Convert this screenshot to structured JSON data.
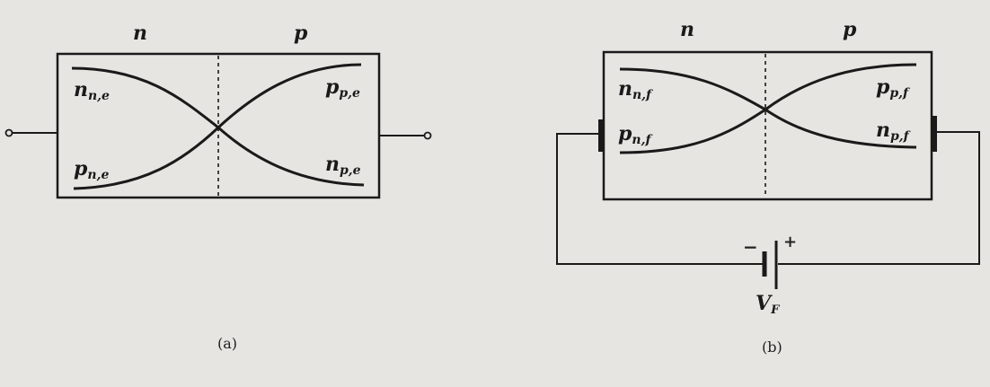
{
  "panel_a": {
    "region_n": "n",
    "region_p": "p",
    "carriers": {
      "top_left": "n",
      "top_left_sub": "n,e",
      "bottom_left": "p",
      "bottom_left_sub": "n,e",
      "top_right": "p",
      "top_right_sub": "p,e",
      "bottom_right": "n",
      "bottom_right_sub": "p,e"
    },
    "caption": "(a)"
  },
  "panel_b": {
    "region_n": "n",
    "region_p": "p",
    "carriers": {
      "top_left": "n",
      "top_left_sub": "n,f",
      "bottom_left": "p",
      "bottom_left_sub": "n,f",
      "top_right": "p",
      "top_right_sub": "p,f",
      "bottom_right": "n",
      "bottom_right_sub": "p,f"
    },
    "battery": {
      "minus": "−",
      "plus": "+",
      "label": "V",
      "label_sub": "F"
    },
    "caption": "(b)"
  },
  "colors": {
    "paper": "#e6e5e1",
    "ink": "#1a1a1a"
  }
}
